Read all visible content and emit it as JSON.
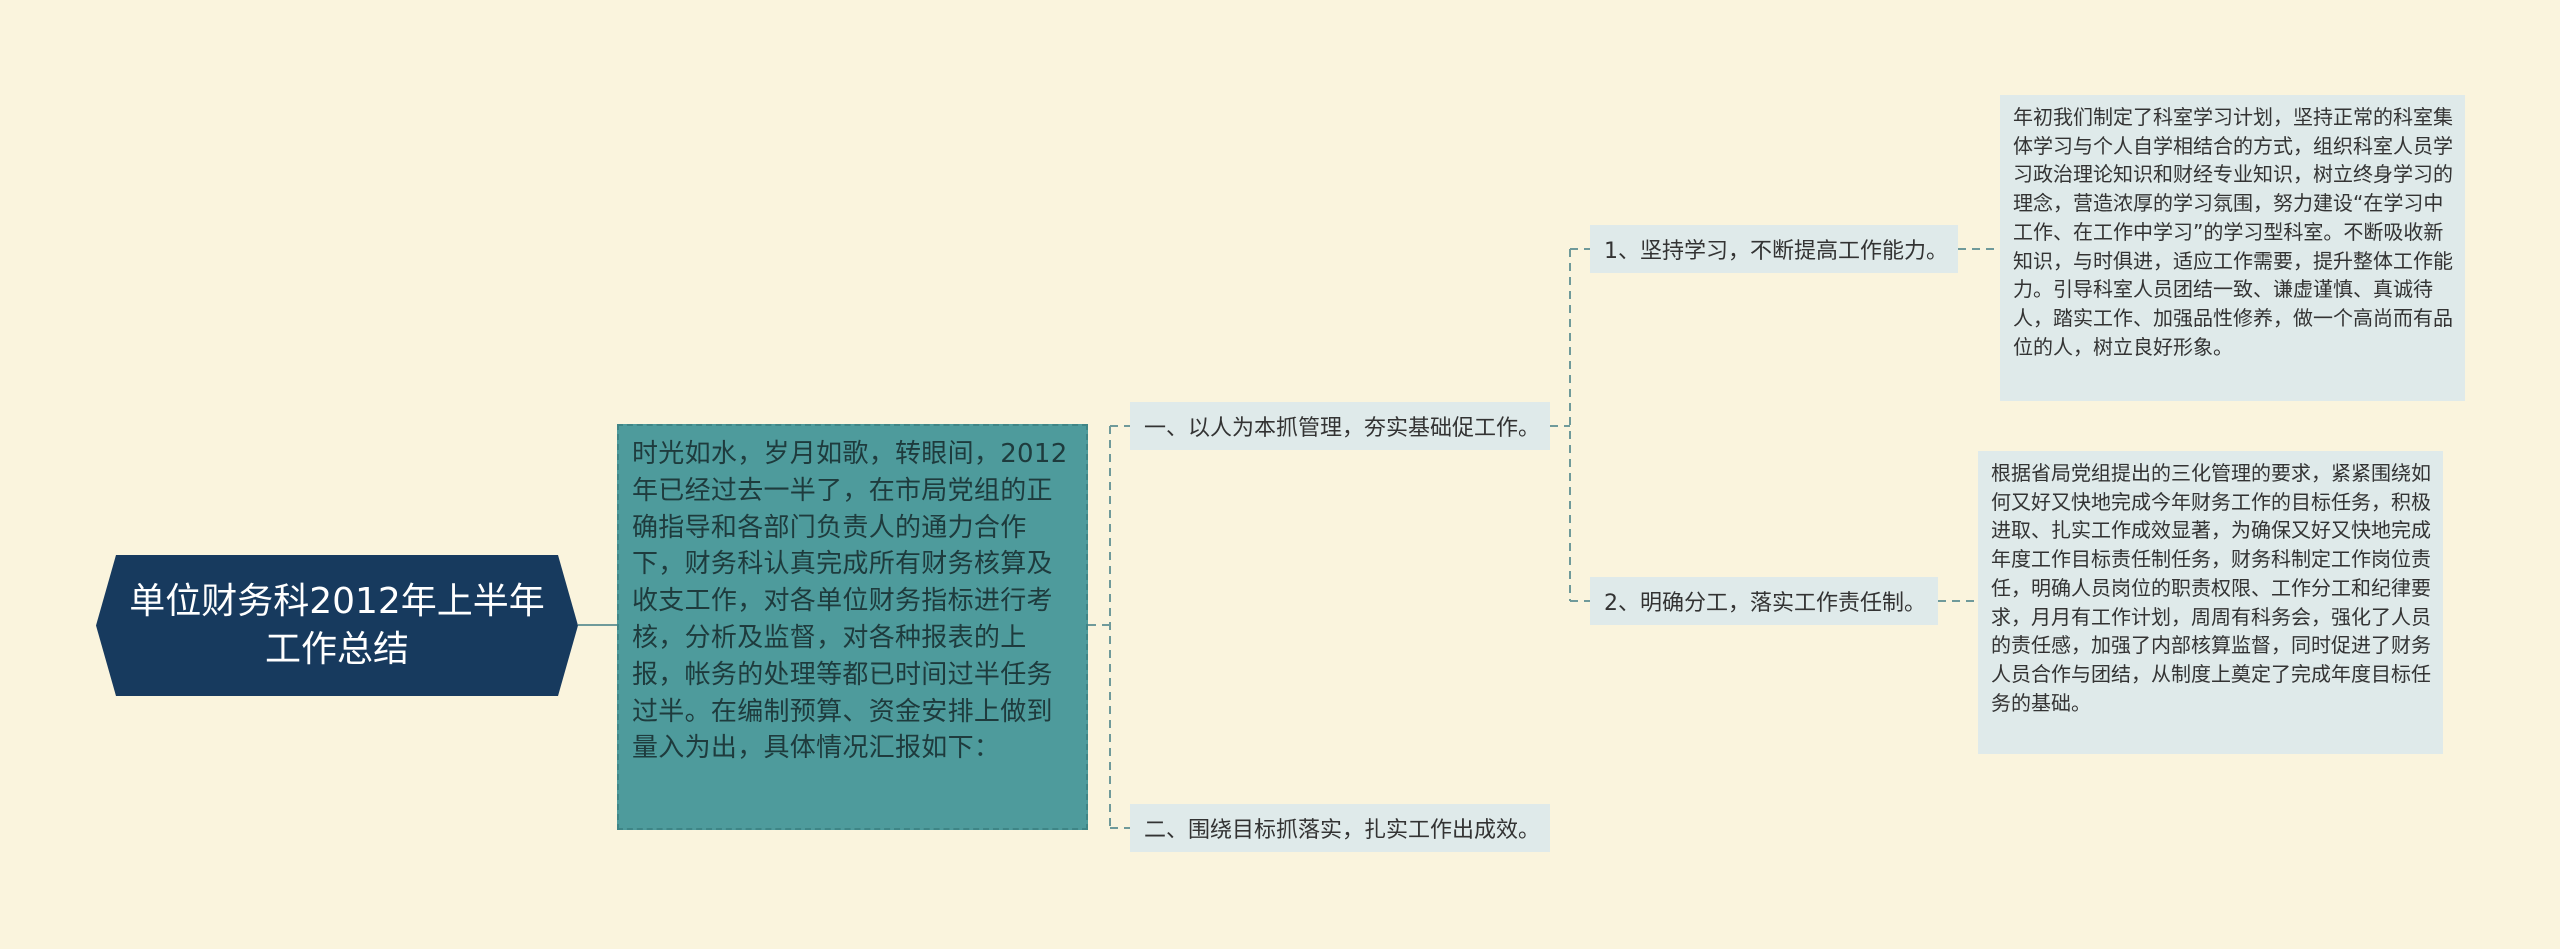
{
  "root": {
    "title": "单位财务科2012年上半年工作总结"
  },
  "intro": {
    "text": "时光如水，岁月如歌，转眼间，2012年已经过去一半了，在市局党组的正确指导和各部门负责人的通力合作下，财务科认真完成所有财务核算及收支工作，对各单位财务指标进行考核，分析及监督，对各种报表的上报，帐务的处理等都已时间过半任务过半。在编制预算、资金安排上做到量入为出，具体情况汇报如下："
  },
  "topics": [
    {
      "label": "一、以人为本抓管理，夯实基础促工作。",
      "subtopics": [
        {
          "label": "1、坚持学习，不断提高工作能力。",
          "detail": "年初我们制定了科室学习计划，坚持正常的科室集体学习与个人自学相结合的方式，组织科室人员学习政治理论知识和财经专业知识，树立终身学习的理念，营造浓厚的学习氛围，努力建设“在学习中工作、在工作中学习”的学习型科室。不断吸收新知识，与时俱进，适应工作需要，提升整体工作能力。引导科室人员团结一致、谦虚谨慎、真诚待人，踏实工作、加强品性修养，做一个高尚而有品位的人，树立良好形象。"
        },
        {
          "label": "2、明确分工，落实工作责任制。",
          "detail": "根据省局党组提出的三化管理的要求，紧紧围绕如何又好又快地完成今年财务工作的目标任务，积极进取、扎实工作成效显著，为确保又好又快地完成年度工作目标责任制任务，财务科制定工作岗位责任，明确人员岗位的职责权限、工作分工和纪律要求，月月有工作计划，周周有科务会，强化了人员的责任感，加强了内部核算监督，同时促进了财务人员合作与团结，从制度上奠定了完成年度目标任务的基础。"
        }
      ]
    },
    {
      "label": "二、围绕目标抓落实，扎实工作出成效。"
    }
  ],
  "colors": {
    "background": "#faf4dd",
    "root": "#173a5e",
    "intro": "#4e9b9c",
    "topic": "#dfeaea",
    "connector": "#6f9a9a"
  }
}
